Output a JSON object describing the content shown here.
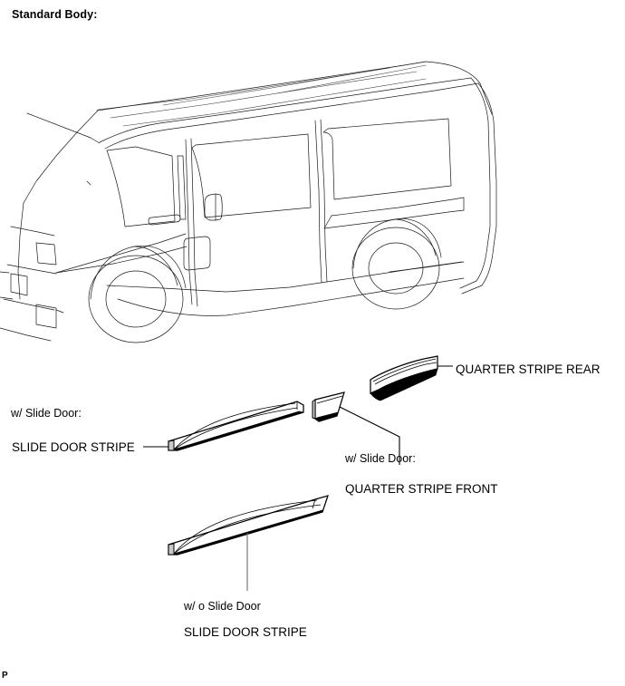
{
  "document": {
    "title": "Standard Body:",
    "page_marker": "P"
  },
  "figure": {
    "subject": "van-side-view",
    "description": "Standard body van three-quarter rear-left line illustration"
  },
  "labels": {
    "quarter_stripe_rear": "QUARTER STRIPE REAR",
    "with_slide_door_left": "w/ Slide Door:",
    "slide_door_stripe_top": "SLIDE DOOR STRIPE",
    "with_slide_door_right": "w/ Slide Door:",
    "quarter_stripe_front": "QUARTER STRIPE FRONT",
    "without_slide_door": "w/ o Slide Door",
    "slide_door_stripe_bottom": "SLIDE DOOR STRIPE"
  },
  "parts": [
    {
      "name": "quarter-stripe-rear",
      "label": "QUARTER STRIPE REAR",
      "variant": "",
      "leader_to_label": true
    },
    {
      "name": "slide-door-stripe-with-slide-door",
      "label": "SLIDE DOOR STRIPE",
      "variant": "w/ Slide Door:",
      "leader_to_label": true
    },
    {
      "name": "quarter-stripe-front",
      "label": "QUARTER STRIPE FRONT",
      "variant": "w/ Slide Door:",
      "leader_to_label": true
    },
    {
      "name": "slide-door-stripe-without-slide-door",
      "label": "SLIDE DOOR STRIPE",
      "variant": "w/ o Slide Door",
      "leader_to_label": true
    }
  ],
  "colors": {
    "background": "#ffffff",
    "line": "#1a1a1a",
    "part_outline": "#000000",
    "part_fill": "#ffffff",
    "leader": "#000000",
    "text": "#000000"
  }
}
